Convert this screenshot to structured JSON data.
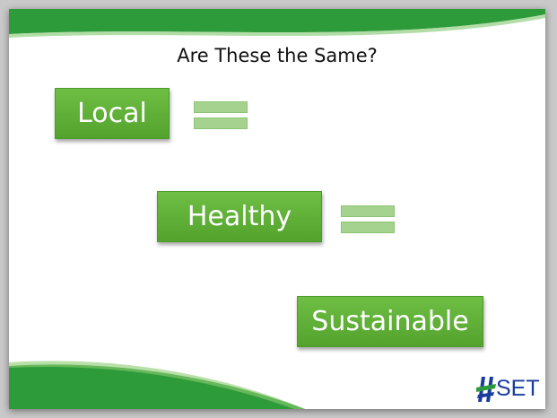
{
  "slide": {
    "title": "Are These the Same?",
    "boxes": {
      "local": "Local",
      "healthy": "Healthy",
      "sustainable": "Sustainable"
    },
    "logo_text": "SET"
  },
  "colors": {
    "green_box": "#5aad34",
    "green_band": "#2e9b3a",
    "equals_fill": "#a5d38f",
    "logo_blue": "#1a3d9c",
    "background": "#ffffff"
  },
  "icons": {
    "equals": "equals-sign-icon",
    "logo": "set-logo-icon"
  }
}
